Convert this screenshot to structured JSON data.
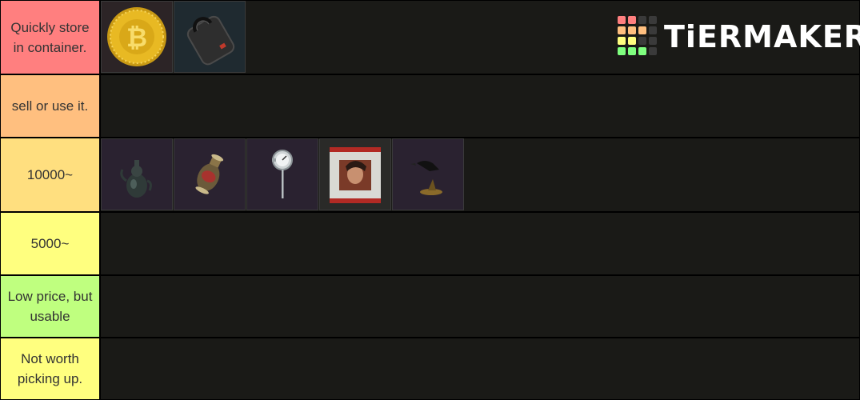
{
  "tiers": [
    {
      "label": "Quickly store in container.",
      "color": "#ff7f7f"
    },
    {
      "label": "sell or use it.",
      "color": "#ffbf7f"
    },
    {
      "label": "10000~",
      "color": "#ffdf7f"
    },
    {
      "label": "5000~",
      "color": "#ffff7f"
    },
    {
      "label": "Low price, but usable",
      "color": "#bfff7f"
    },
    {
      "label": "Not worth picking up.",
      "color": "#ffff7f"
    }
  ],
  "tier_items": [
    [
      "bitcoin-icon",
      "gpu-case-icon"
    ],
    [],
    [
      "teapot-icon",
      "vase-icon",
      "thermometer-icon",
      "painting-icon",
      "raven-statue-icon"
    ],
    [],
    [],
    []
  ],
  "logo": {
    "text": "TiERMAKER"
  }
}
